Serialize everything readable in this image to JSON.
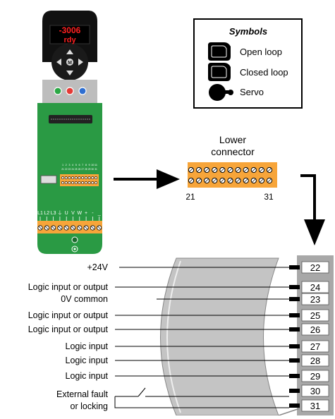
{
  "drive": {
    "display_top": "-3006",
    "display_bottom": "rdy",
    "center_key": "M",
    "control_pins_top": [
      "1",
      "2",
      "3",
      "4",
      "5",
      "6",
      "7",
      "8",
      "9",
      "10",
      "11"
    ],
    "control_pins_bottom": [
      "21",
      "22",
      "23",
      "24",
      "25",
      "26",
      "27",
      "28",
      "29",
      "30",
      "31"
    ],
    "power_labels": [
      "L1",
      "L2",
      "L3",
      "⏚",
      "U",
      "V",
      "W",
      "+",
      "-",
      "_"
    ]
  },
  "symbols": {
    "title": "Symbols",
    "items": [
      {
        "label": "Open loop",
        "icon": "open-loop-icon"
      },
      {
        "label": "Closed loop",
        "icon": "closed-loop-icon"
      },
      {
        "label": "Servo",
        "icon": "servo-icon"
      }
    ]
  },
  "lower_connector": {
    "title_line1": "Lower",
    "title_line2": "connector",
    "left_pin": "21",
    "right_pin": "31",
    "pin_count": 11
  },
  "signals": [
    {
      "label": "+24V",
      "terminal": "22"
    },
    {
      "label": "Logic input or output",
      "terminal": "24"
    },
    {
      "label": "0V common",
      "terminal": "23"
    },
    {
      "label": "Logic input or output",
      "terminal": "25"
    },
    {
      "label": "Logic input or output",
      "terminal": "26"
    },
    {
      "label": "Logic input",
      "terminal": "27"
    },
    {
      "label": "Logic input",
      "terminal": "28"
    },
    {
      "label": "Logic input",
      "terminal": "29"
    },
    {
      "label_line1": "External fault",
      "label_line2": "or locking",
      "terminal": "30",
      "terminal2": "31"
    }
  ],
  "colors": {
    "drive_body": "#2a9a44",
    "drive_top": "#111111",
    "connector_orange": "#f7a53a",
    "terminal_block": "#a8a8a8",
    "cable": "#c4c4c4"
  }
}
